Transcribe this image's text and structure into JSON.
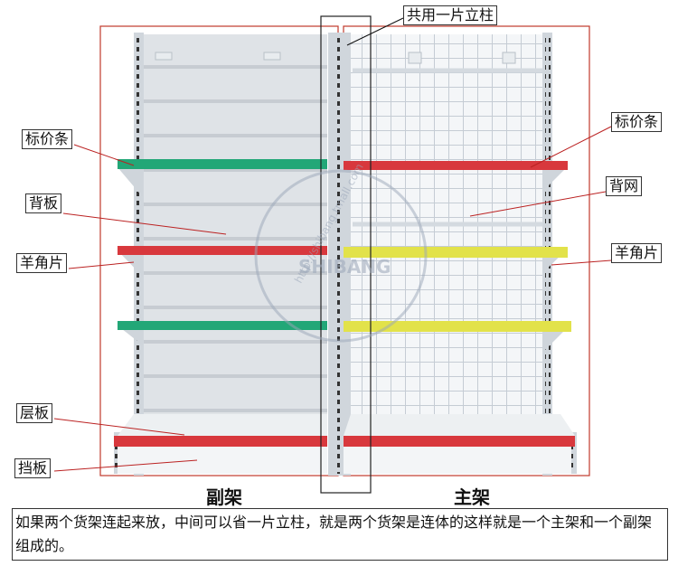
{
  "callouts": {
    "shared_post": "共用一片立柱",
    "price_strip_left": "标价条",
    "back_panel": "背板",
    "bracket_left": "羊角片",
    "shelf_board": "层板",
    "baffle": "挡板",
    "price_strip_right": "标价条",
    "back_net": "背网",
    "bracket_right": "羊角片"
  },
  "titles": {
    "secondary": "副架",
    "main": "主架"
  },
  "caption": "如果两个货架连起来放，中间可以省一片立柱，就是两个货架是连体的这样就是一个主架和一个副架组成的。",
  "watermark": {
    "logo": "SHIBANG",
    "url": "http://shibang.tmall.com"
  },
  "colors": {
    "red": "#d8383d",
    "green": "#22a777",
    "yellow": "#e2e24a",
    "frame": "#d0d6dc",
    "outline": "#c0392b"
  }
}
